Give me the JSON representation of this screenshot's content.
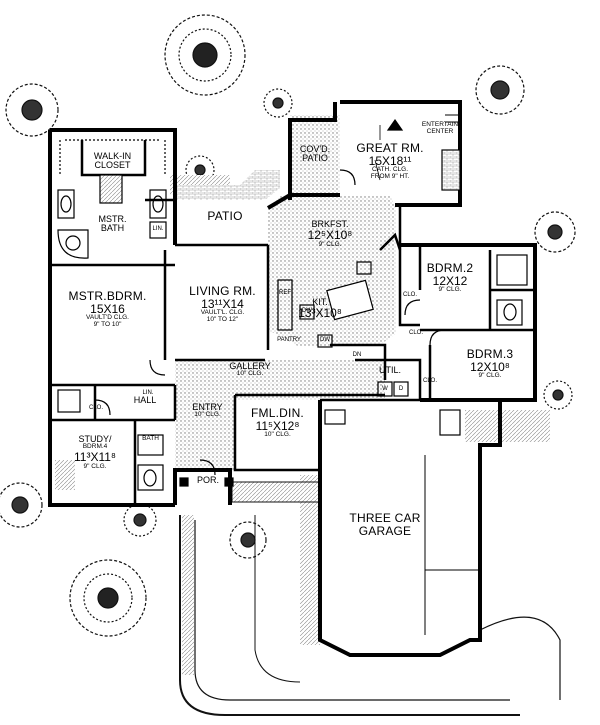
{
  "plan": {
    "rooms": {
      "great_rm": {
        "name": "GREAT RM.",
        "size": "15X18¹¹",
        "note1": "CATH. CLG.",
        "note2": "FROM 9\" HT."
      },
      "entertain": {
        "line1": "ENTERTAIN",
        "line2": "CENTER"
      },
      "covd_patio": {
        "line1": "COV'D.",
        "line2": "PATIO"
      },
      "walkin_closet": {
        "line1": "WALK-IN",
        "line2": "CLOSET"
      },
      "mstr_bath": {
        "line1": "MSTR.",
        "line2": "BATH"
      },
      "patio": {
        "name": "PATIO"
      },
      "brkfst": {
        "name": "BRKFST.",
        "size": "12⁵X10⁸",
        "note": "9\" CLG."
      },
      "bdrm2": {
        "name": "BDRM.2",
        "size": "12X12",
        "note": "9\" CLG."
      },
      "mstr_bdrm": {
        "name": "MSTR.BDRM.",
        "size": "15X16",
        "note1": "VAULT'D CLG.",
        "note2": "9\" TO 10\""
      },
      "living_rm": {
        "name": "LIVING RM.",
        "size": "13¹¹X14",
        "note1": "VAULT'L. CLG.",
        "note2": "10\" TO 12\""
      },
      "kit": {
        "name": "KIT.",
        "size": "13³X10⁸"
      },
      "bdrm3": {
        "name": "BDRM.3",
        "size": "12X10⁸",
        "note": "9\" CLG."
      },
      "gallery": {
        "name": "GALLERY",
        "note": "10\" CLG."
      },
      "hall": {
        "name": "HALL"
      },
      "study": {
        "name1": "STUDY/",
        "name2": "BDRM.4",
        "size": "11³X11⁸",
        "note": "9\" CLG."
      },
      "entry": {
        "name": "ENTRY",
        "note": "10\" CLG."
      },
      "fml_din": {
        "name": "FML.DIN.",
        "size": "11⁵X12⁸",
        "note": "10\" CLG."
      },
      "bath": {
        "name": "BATH"
      },
      "por": {
        "name": "POR."
      },
      "util": {
        "name": "UTIL."
      },
      "garage": {
        "line1": "THREE CAR",
        "line2": "GARAGE"
      }
    },
    "fixtures": {
      "lin": "LIN.",
      "clo": "CLO.",
      "ref": "REF",
      "dw": "DW",
      "pantry": "PANTRY",
      "dn": "DN",
      "w": "W",
      "d": "D"
    }
  }
}
